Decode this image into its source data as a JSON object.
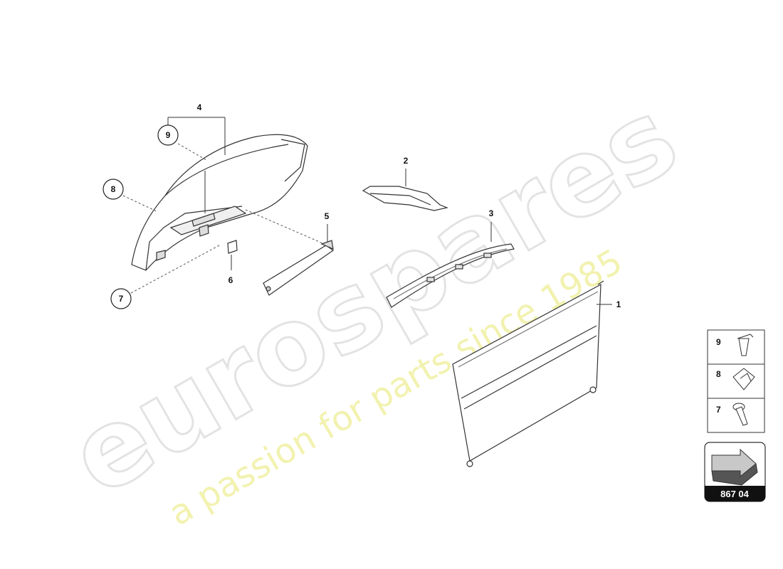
{
  "watermark": {
    "brand": "eurospares",
    "tagline": "a passion for parts since 1985"
  },
  "callouts": {
    "part_1": "1",
    "part_2": "2",
    "part_3": "3",
    "part_4": "4",
    "part_5": "5",
    "part_6": "6",
    "circle_7": "7",
    "circle_8": "8",
    "circle_9": "9"
  },
  "fastener_legend": [
    {
      "number": "9",
      "icon": "clip-icon"
    },
    {
      "number": "8",
      "icon": "retainer-icon"
    },
    {
      "number": "7",
      "icon": "screw-icon"
    }
  ],
  "reference_box": {
    "icon": "arrow-icon",
    "code": "867 04"
  }
}
